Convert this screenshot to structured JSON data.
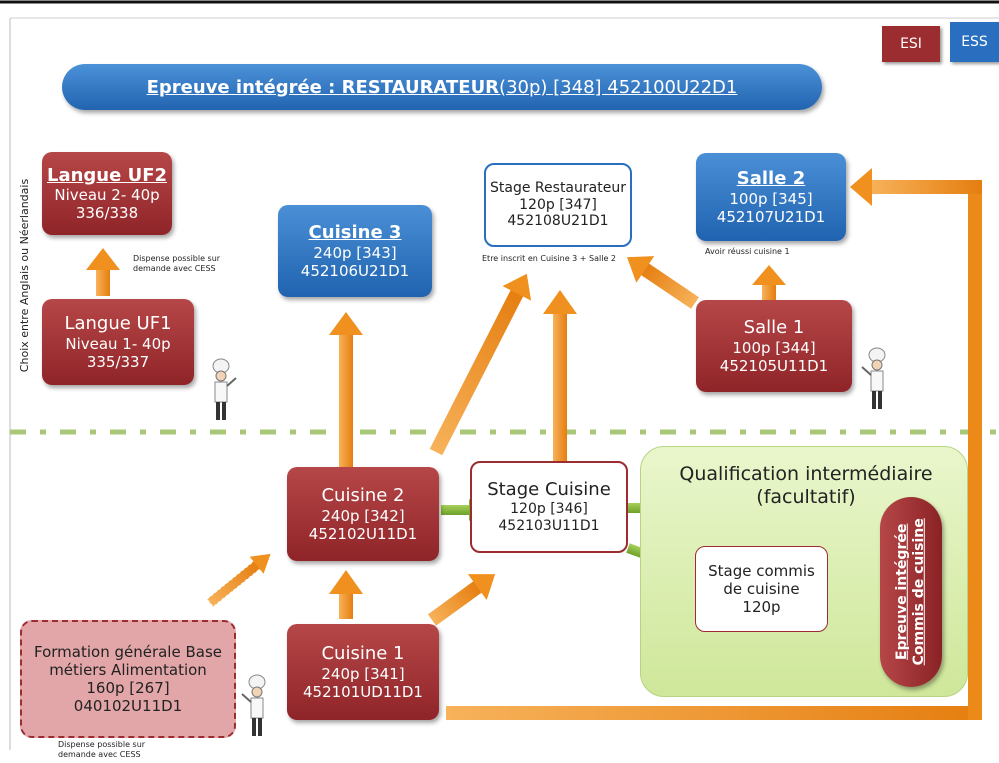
{
  "tags": {
    "esi": "ESI",
    "ess": "ESS"
  },
  "title": {
    "prefix": "Epreuve intégrée : RESTAURATEUR",
    "suffix": " (30p) [348] 452100U22D1"
  },
  "side_label": "Choix entre Anglais ou Néerlandais",
  "langue_uf2": {
    "title": "Langue  UF2",
    "line1": "Niveau 2- 40p",
    "line2": "336/338"
  },
  "langue_uf1": {
    "title": "Langue  UF1",
    "line1": "Niveau 1- 40p",
    "line2": "335/337"
  },
  "note_langue": {
    "line1": "Dispense possible sur",
    "line2": "demande avec CESS"
  },
  "cuisine3": {
    "title": "Cuisine 3",
    "line1": "240p [343]",
    "line2": "452106U21D1"
  },
  "stage_restaurateur": {
    "line1": "Stage Restaurateur",
    "line2": "120p [347]",
    "line3": "452108U21D1"
  },
  "note_restaurateur": "Etre inscrit en Cuisine 3 + Salle 2",
  "salle2": {
    "title": "Salle 2",
    "line1": "100p [345]",
    "line2": "452107U21D1"
  },
  "note_salle2": "Avoir réussi cuisine 1",
  "salle1": {
    "title": "Salle 1",
    "line1": "100p [344]",
    "line2": "452105U11D1"
  },
  "cuisine2": {
    "title": "Cuisine 2",
    "line1": "240p [342]",
    "line2": "452102U11D1"
  },
  "stage_cuisine": {
    "line1": "Stage Cuisine",
    "line2": "120p [346]",
    "line3": "452103U11D1"
  },
  "qualification": {
    "line1": "Qualification intermédiaire",
    "line2": "(facultatif)"
  },
  "stage_commis": {
    "line1": "Stage commis",
    "line2": "de cuisine",
    "line3": "120p"
  },
  "epreuve_commis": {
    "line1": "Epreuve intégrée",
    "line2": "Commis de cuisine"
  },
  "cuisine1": {
    "title": "Cuisine 1",
    "line1": "240p [341]",
    "line2": "452101UD11D1"
  },
  "formation": {
    "line1": "Formation générale Base",
    "line2": "métiers Alimentation",
    "line3": "160p [267]",
    "line4": "040102U11D1"
  },
  "note_formation": {
    "line1": "Dispense possible sur",
    "line2": "demande avec CESS"
  },
  "colors": {
    "red": "#9b2d30",
    "blue": "#2a6fbf",
    "orange": "#f0901e",
    "green": "#86b832",
    "divider": "#a8c878",
    "qual_bg": "#dff0b8"
  }
}
